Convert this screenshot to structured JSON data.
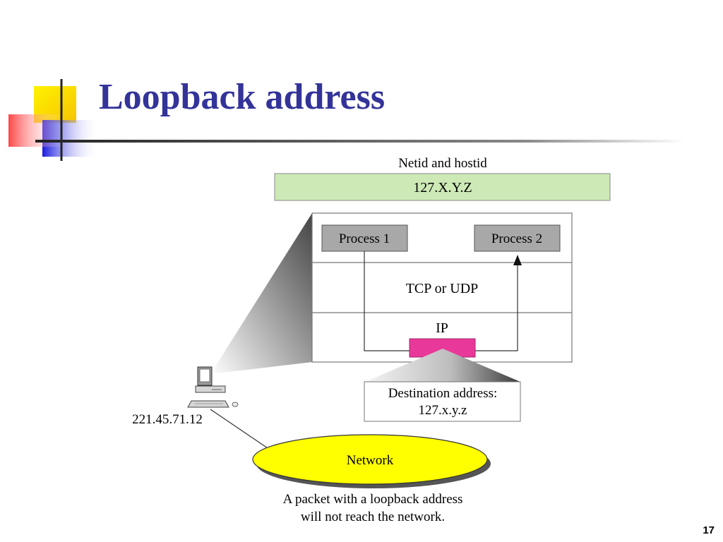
{
  "slide": {
    "title": "Loopback address",
    "page_number": "17"
  },
  "diagram": {
    "address_header": "Netid and hostid",
    "address_value": "127.X.Y.Z",
    "process_1": "Process 1",
    "process_2": "Process 2",
    "transport_layer": "TCP or UDP",
    "network_layer": "IP",
    "destination_line1": "Destination address:",
    "destination_line2": "127.x.y.z",
    "host_ip": "221.45.71.12",
    "network_label": "Network",
    "caption_line1": "A packet with a loopback address",
    "caption_line2": "will not reach the network."
  },
  "colors": {
    "title": "#333399",
    "address_box": "#cdeab6",
    "process_box": "#a8a8a8",
    "ip_packet": "#e8399a",
    "network": "#ffff00"
  }
}
